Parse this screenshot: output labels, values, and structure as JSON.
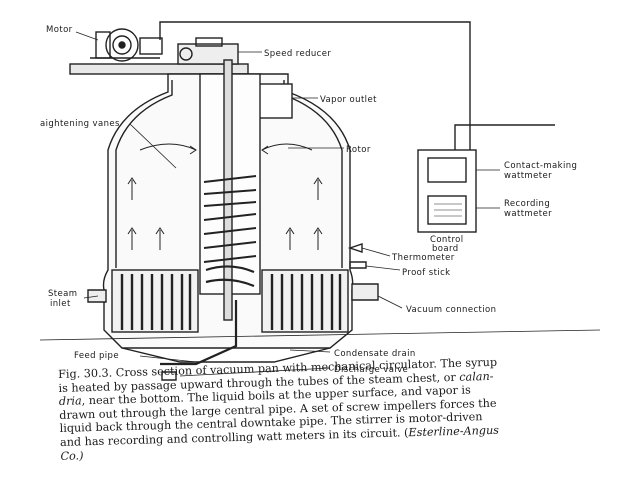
{
  "labels": {
    "motor": "Motor",
    "speed_reducer": "Speed reducer",
    "vapor_outlet": "Vapor outlet",
    "straightening_vanes": "aightening vanes",
    "rotor": "Rotor",
    "contact_making_wattmeter_1": "Contact-making",
    "contact_making_wattmeter_2": "wattmeter",
    "recording_wattmeter_1": "Recording",
    "recording_wattmeter_2": "wattmeter",
    "control_board_1": "Control",
    "control_board_2": "board",
    "thermometer": "Thermometer",
    "proof_stick": "Proof stick",
    "steam_inlet_1": "Steam",
    "steam_inlet_2": "inlet",
    "vacuum_connection": "Vacuum connection",
    "feed_pipe": "Feed pipe",
    "condensate_drain": "Condensate drain",
    "discharge_valve": "Discharge valve"
  },
  "caption": {
    "line1": "Fig. 30.3. Cross section of vacuum pan with mechanical circulator. The syrup",
    "line2_a": "is heated by passage upward through the tubes of the steam chest, or ",
    "line2_b": "calan-",
    "line3_a": "dria",
    "line3_b": ", near the bottom. The liquid boils at the upper surface, and vapor is",
    "line4": "drawn out through the large central pipe. A set of screw impellers forces the",
    "line5": "liquid back through the central downtake pipe. The stirrer is motor-driven",
    "line6_a": "and has recording and controlling watt meters in its circuit. (",
    "line6_b": "Esterline-Angus",
    "line7": "Co.)"
  }
}
